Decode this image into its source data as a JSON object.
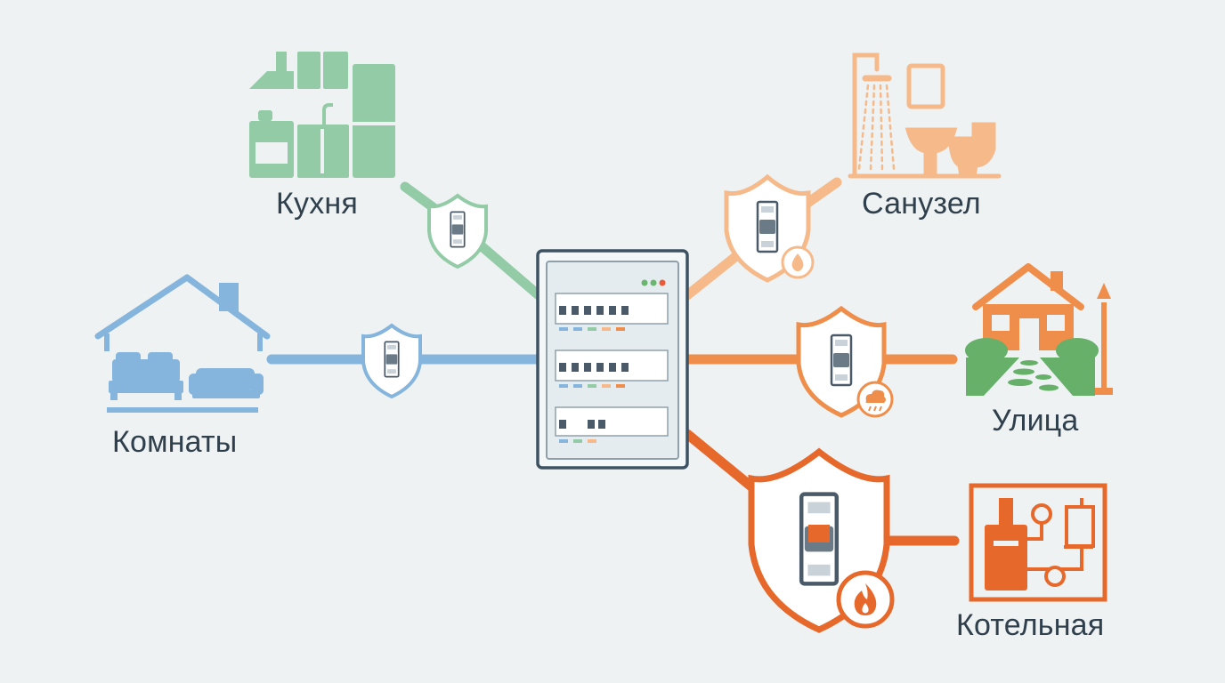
{
  "zones": {
    "kitchen": {
      "label": "Кухня",
      "icon": "kitchen-icon",
      "color": "#93cba7"
    },
    "rooms": {
      "label": "Комнаты",
      "icon": "house-bedroom-icon",
      "color": "#85b5dc"
    },
    "bath": {
      "label": "Санузел",
      "icon": "bathroom-icon",
      "color": "#f6b98a"
    },
    "street": {
      "label": "Улица",
      "icon": "outdoor-house-icon",
      "color": "#ef8e4a"
    },
    "boiler": {
      "label": "Котельная",
      "icon": "boiler-room-icon",
      "color": "#e6682a"
    }
  },
  "panel": {
    "icon": "distribution-panel-icon"
  },
  "protections": {
    "kitchen": {
      "icon": "shield-breaker-icon"
    },
    "rooms": {
      "icon": "shield-breaker-icon"
    },
    "bath": {
      "icon": "shield-breaker-icon",
      "badge": "water-drop-icon"
    },
    "street": {
      "icon": "shield-breaker-icon",
      "badge": "rain-cloud-icon"
    },
    "boiler": {
      "icon": "shield-breaker-icon",
      "badge": "flame-icon"
    }
  }
}
